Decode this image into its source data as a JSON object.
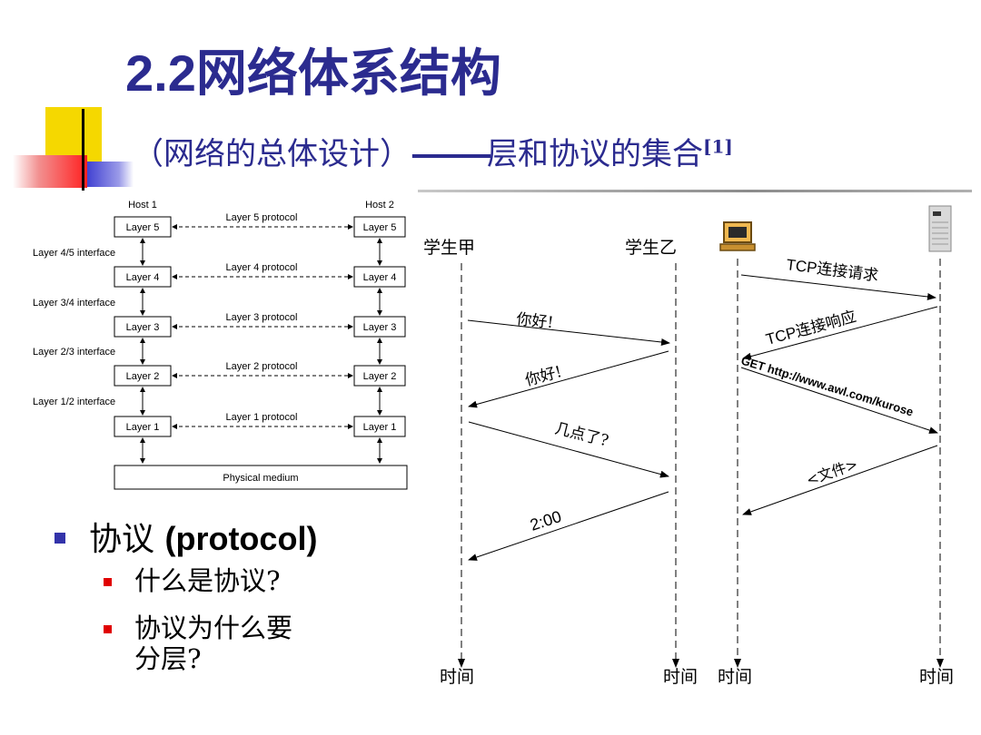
{
  "slide": {
    "title_number": "2.2",
    "title_text": "网络体系结构",
    "subtitle_prefix": "（网络的总体设计）",
    "subtitle_dash": "———",
    "subtitle_main": "层和协议的集合",
    "subtitle_ref": "[1]"
  },
  "layer_diagram": {
    "host1": "Host 1",
    "host2": "Host 2",
    "layers": [
      {
        "name": "Layer 5",
        "protocol": "Layer 5 protocol"
      },
      {
        "name": "Layer 4",
        "protocol": "Layer 4 protocol"
      },
      {
        "name": "Layer 3",
        "protocol": "Layer 3 protocol"
      },
      {
        "name": "Layer 2",
        "protocol": "Layer 2 protocol"
      },
      {
        "name": "Layer 1",
        "protocol": "Layer 1 protocol"
      }
    ],
    "interfaces": [
      "Layer 4/5 interface",
      "Layer 3/4 interface",
      "Layer 2/3 interface",
      "Layer 1/2 interface"
    ],
    "physical_medium": "Physical medium"
  },
  "bullets": {
    "main_cn": "协议",
    "main_en": "(protocol)",
    "sub1": "什么是协议?",
    "sub2_line1": "协议为什么要",
    "sub2_line2": "分层?"
  },
  "human_protocol": {
    "left_actor": "学生甲",
    "right_actor": "学生乙",
    "messages": [
      "你好!",
      "你好!",
      "几点了?",
      "2:00"
    ],
    "time_left": "时间",
    "time_right": "时间"
  },
  "network_protocol": {
    "client_icon": "computer-icon",
    "server_icon": "server-icon",
    "messages": [
      "TCP连接请求",
      "TCP连接响应",
      "GET http://www.awl.com/kurose",
      "<文件>"
    ],
    "time_left": "时间",
    "time_right": "时间"
  }
}
